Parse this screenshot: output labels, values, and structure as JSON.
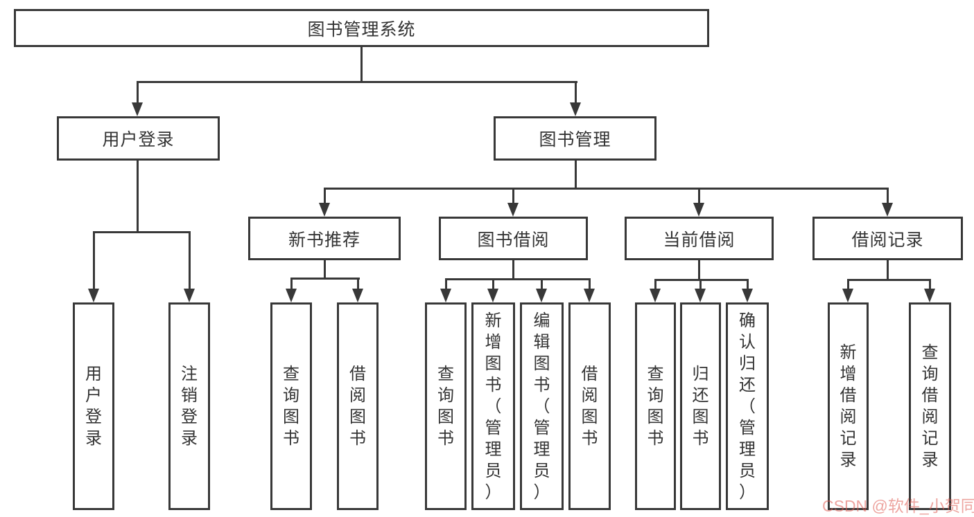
{
  "diagram": {
    "root": {
      "label": "图书管理系统"
    },
    "branches": [
      {
        "label": "用户登录",
        "children": [
          {
            "label": "用户登录"
          },
          {
            "label": "注销登录"
          }
        ]
      },
      {
        "label": "图书管理",
        "children": [
          {
            "label": "新书推荐",
            "children": [
              {
                "label": "查询图书"
              },
              {
                "label": "借阅图书"
              }
            ]
          },
          {
            "label": "图书借阅",
            "children": [
              {
                "label": "查询图书"
              },
              {
                "label": "新增图书（管理员）"
              },
              {
                "label": "编辑图书（管理员）"
              },
              {
                "label": "借阅图书"
              }
            ]
          },
          {
            "label": "当前借阅",
            "children": [
              {
                "label": "查询图书"
              },
              {
                "label": "归还图书"
              },
              {
                "label": "确认归还（管理员）"
              }
            ]
          },
          {
            "label": "借阅记录",
            "children": [
              {
                "label": "新增借阅记录"
              },
              {
                "label": "查询借阅记录"
              }
            ]
          }
        ]
      }
    ],
    "watermark": "CSDN @软件_小贺同学",
    "colors": {
      "line": "#383838",
      "text": "#333333",
      "watermark_red": "#de5a50",
      "background": "#ffffff"
    }
  }
}
